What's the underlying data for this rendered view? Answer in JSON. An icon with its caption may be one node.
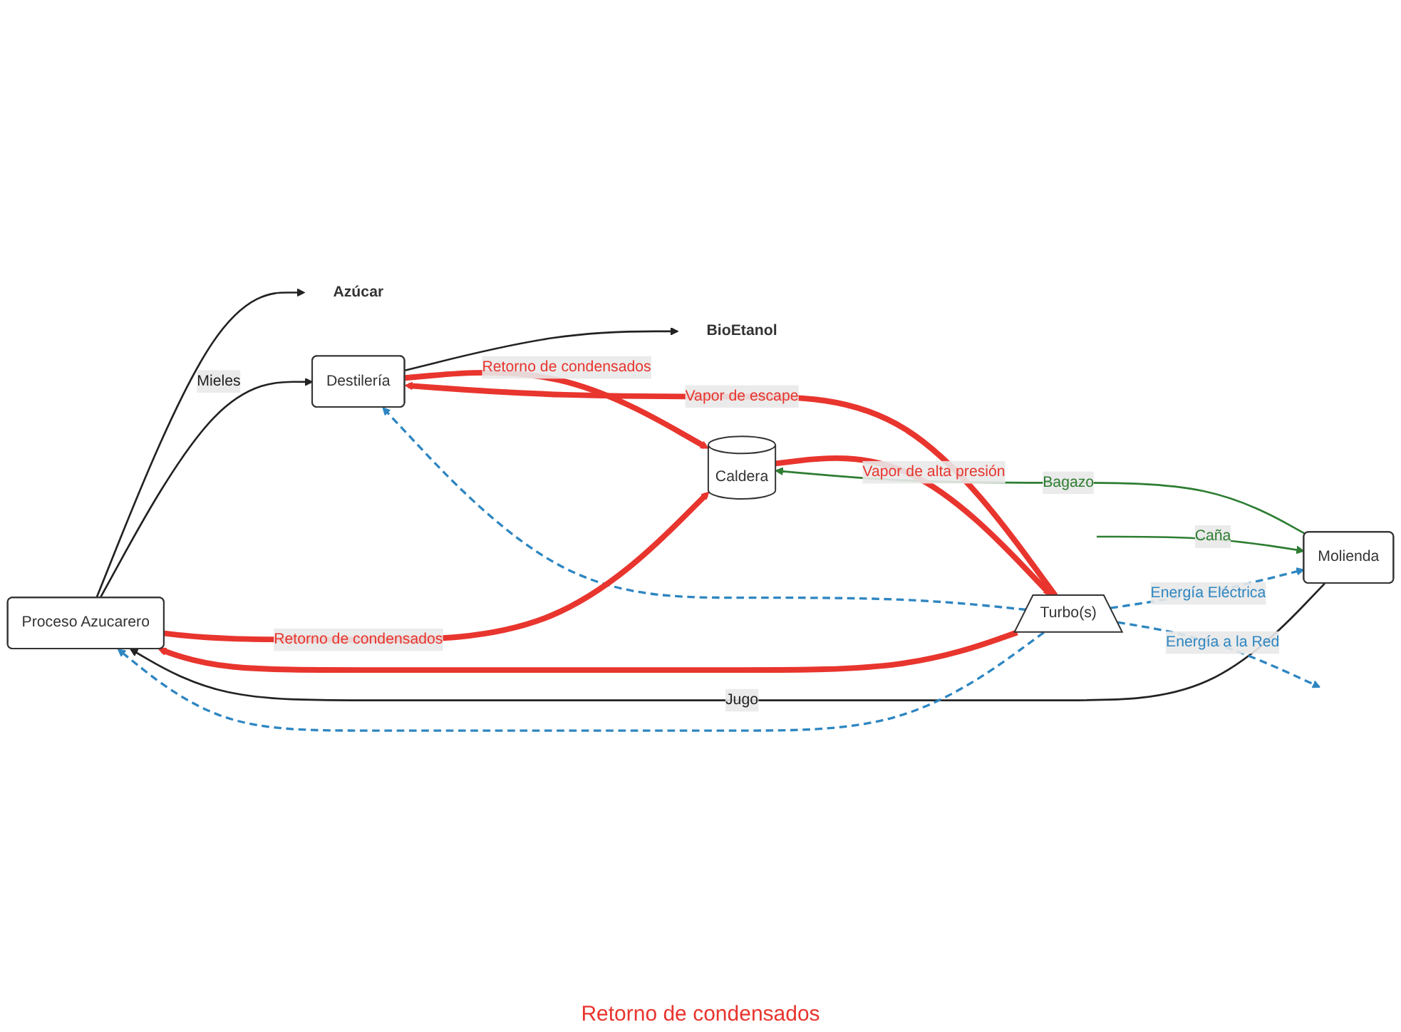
{
  "diagram": {
    "nodes": [
      {
        "text": [
          "Proceso Azucarero"
        ]
      },
      {
        "text": [
          "Destilería"
        ]
      },
      {
        "text": [
          "Molienda"
        ]
      },
      {
        "text": [
          "Caldera"
        ]
      },
      {
        "text": [
          "Turbo(s)"
        ]
      },
      {
        "text": [
          "Azúcar"
        ]
      },
      {
        "text": [
          "BioEtanol"
        ]
      }
    ],
    "edges": [
      {
        "from": null,
        "to": 2,
        "arrow": "to",
        "label": "Caña",
        "color": "#2e7d32"
      },
      {
        "from": 2,
        "to": 0,
        "arrow": "to",
        "label": "Jugo",
        "color": "#222222"
      },
      {
        "from": 0,
        "to": 5,
        "arrow": "to",
        "color": "#222222"
      },
      {
        "from": 0,
        "to": 1,
        "arrow": "to",
        "label": "Mieles",
        "color": "#222222"
      },
      {
        "from": 1,
        "to": 6,
        "arrow": "to",
        "color": "#222222"
      },
      {
        "from": 2,
        "to": 3,
        "arrow": "to",
        "label": "Bagazo",
        "color": "#2e7d32"
      },
      {
        "from": 3,
        "to": 4,
        "arrow": "to",
        "label": "Vapor de alta presión",
        "style": "thick",
        "color": "#e8352e"
      },
      {
        "from": 4,
        "to": 1,
        "arrow": "to",
        "label": "Vapor de escape",
        "style": "thick",
        "color": "#e8352e"
      },
      {
        "from": 4,
        "to": 0,
        "arrow": "to",
        "style": "thick",
        "color": "#e8352e"
      },
      {
        "from": 4,
        "to": 2,
        "arrow": "to",
        "label": "Energía Eléctrica",
        "style": "dashed",
        "color": "#2e86c1"
      },
      {
        "from": 4,
        "to": 0,
        "arrow": "to",
        "style": "dashed",
        "color": "#2e86c1"
      },
      {
        "from": 4,
        "to": 1,
        "arrow": "to",
        "style": "dashed",
        "color": "#2e86c1"
      },
      {
        "from": 4,
        "to": null,
        "arrow": "to",
        "label": "Energía a la Red",
        "style": "dashed",
        "color": "#2e86c1"
      },
      {
        "from": 0,
        "to": 3,
        "arrow": "to",
        "label": "Retorno de condensados",
        "style": "thick",
        "color": "#e8352e"
      },
      {
        "from": 1,
        "to": 3,
        "arrow": "to",
        "label": "Retorno de condensados",
        "style": "thick",
        "color": "#e8352e"
      }
    ],
    "labels": [
      "Retorno de condensados"
    ]
  }
}
